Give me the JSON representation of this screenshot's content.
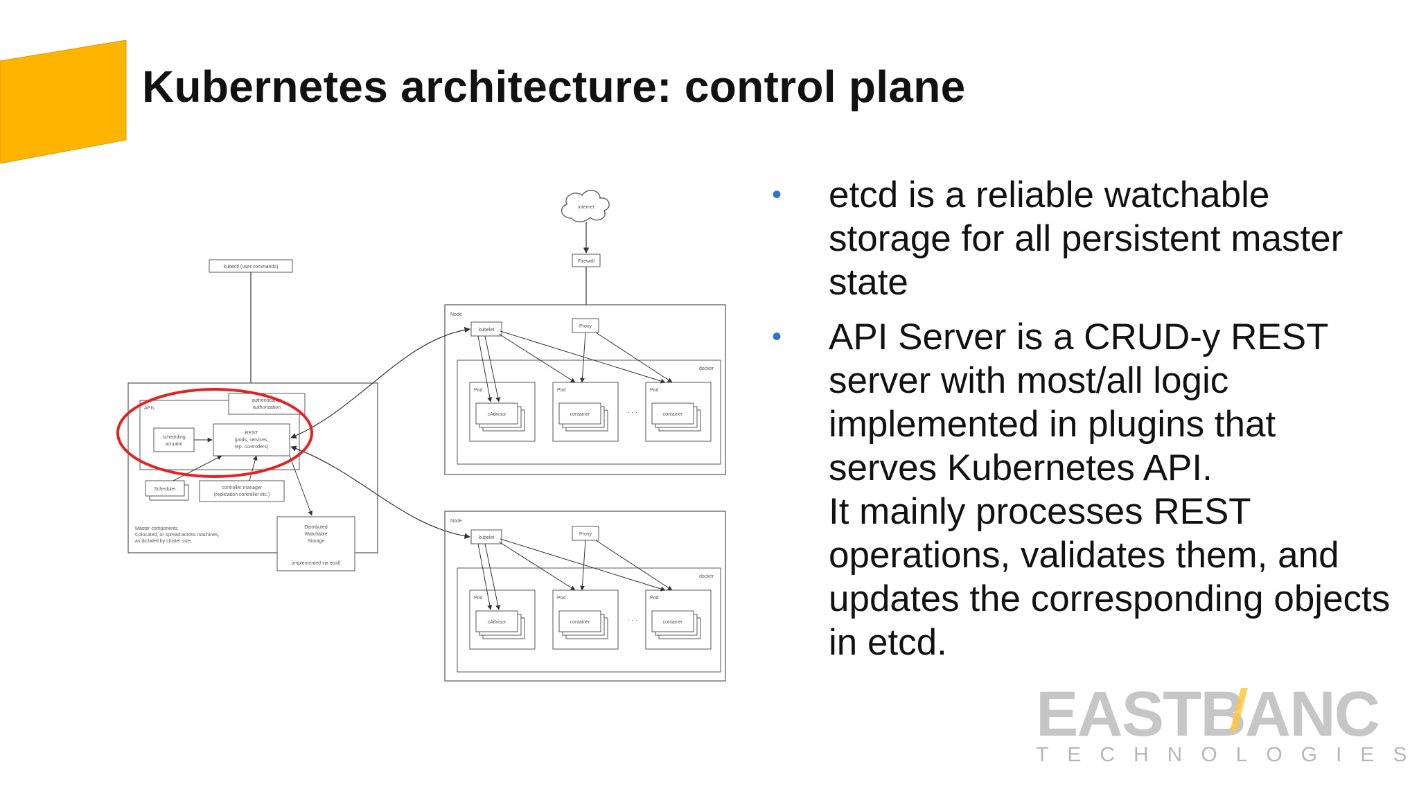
{
  "slide": {
    "title": "Kubernetes architecture: control plane",
    "accent_color": "#FFB400",
    "bullet_color": "#2E75C9",
    "highlight_color": "#E32222"
  },
  "bullets": [
    {
      "lines": [
        "etcd is a reliable watchable storage for all persistent master state"
      ]
    },
    {
      "lines": [
        "API Server is a CRUD-y REST server with most/all logic implemented in plugins that serves Kubernetes API.",
        "It mainly processes REST operations, validates them, and updates the corresponding objects in etcd."
      ]
    }
  ],
  "logo": {
    "word": "EASTBANC",
    "sub": "TECHNOLOGIES"
  },
  "diagram": {
    "internet": "internet",
    "firewall": "Firewall",
    "kubectl": "kubectl (user commands)",
    "master": {
      "apis": "APIs",
      "auth": [
        "authentication",
        "authorization"
      ],
      "rest": [
        "REST",
        "(pods, services,",
        "rep. controllers)"
      ],
      "scheduling": [
        "scheduling",
        "actuator"
      ],
      "scheduler": "Scheduler",
      "controller_manager": [
        "controller manager",
        "(replication controller etc.)"
      ],
      "caption": [
        "Master components",
        "Colocated, or spread across machines,",
        "as dictated by cluster size."
      ],
      "storage": [
        "Distributed",
        "Watchable",
        "Storage",
        "(implemented via etcd)"
      ]
    },
    "nodes": [
      {
        "label": "Node",
        "kubelet": "kubelet",
        "proxy": "Proxy",
        "docker": "docker",
        "pods": [
          {
            "label": "Pod",
            "container": "cAdvisor"
          },
          {
            "label": "Pod",
            "container": "container"
          },
          {
            "label": "Pod",
            "container": "container"
          }
        ],
        "ellipsis": "· · ·"
      },
      {
        "label": "Node",
        "kubelet": "kubelet",
        "proxy": "Proxy",
        "docker": "docker",
        "pods": [
          {
            "label": "Pod",
            "container": "cAdvisor"
          },
          {
            "label": "Pod",
            "container": "container"
          },
          {
            "label": "Pod",
            "container": "container"
          }
        ],
        "ellipsis": "· · ·"
      }
    ]
  }
}
